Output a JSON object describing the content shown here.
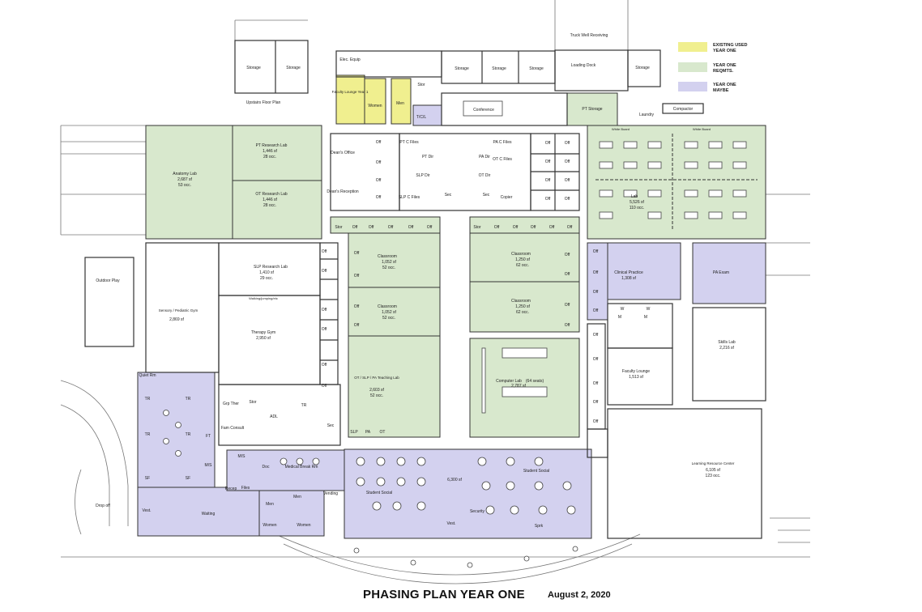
{
  "title": "PHASING PLAN YEAR ONE",
  "date": "August 2, 2020",
  "colors": {
    "existing": "#f0ef8f",
    "year_one": "#d8e8cd",
    "maybe": "#d3d1ef",
    "wall": "#333333"
  },
  "legend": [
    {
      "line1": "EXISTING USED",
      "line2": "YEAR ONE"
    },
    {
      "line1": "YEAR ONE",
      "line2": "REQMTS."
    },
    {
      "line1": "YEAR ONE",
      "line2": "MAYBE"
    }
  ],
  "labels": {
    "upstairs_floor_plan": "Upstairs Floor Plan",
    "storage": "Storage",
    "elec_equip": "Elec. Equip",
    "faculty_lounge_year1": "Faculty Lounge Year 1",
    "women": "Women",
    "men": "Men",
    "stor": "Stor",
    "tcl": "T/C/L",
    "conference": "Conference",
    "pt_storage": "PT Storage",
    "truck_well": "Truck Well Receiving",
    "loading_dock": "Loading Dock",
    "laundry": "Laundry",
    "compactor": "Compactor",
    "anatomy_lab": "Anatomy Lab",
    "anatomy_lab_sf": "2,687 sf",
    "anatomy_lab_occ": "53 occ.",
    "pt_research": "PT Research Lab",
    "pt_research_sf": "1,446 sf",
    "pt_research_occ": "28 occ.",
    "ot_research": "OT Research Lab",
    "ot_research_sf": "1,446 sf",
    "ot_research_occ": "28 occ.",
    "deans_office": "Dean's Office",
    "deans_reception": "Dean's Reception",
    "pt_c_files": "PT C Files",
    "pt_dir": "PT Dir",
    "pa_dir": "PA Dir",
    "pa_c_files": "PA C Files",
    "ot_c_files": "OT C Files",
    "slp_dir": "SLP Dir",
    "ot_dir": "OT Dir",
    "slp_c_files": "SLP C Files",
    "sec": "Sec",
    "copier": "Copier",
    "off": "Off",
    "lab": "Lab",
    "lab_sf": "5,526 sf",
    "lab_occ": "110 occ.",
    "white_board": "White Board",
    "outdoor_play": "Outdoor Play",
    "sensory": "Sensory / Pediatric Gym",
    "sensory_sf": "2,869 sf",
    "slp_research": "SLP Research Lab",
    "slp_research_sf": "1,410 sf",
    "slp_research_occ": "29 occ.",
    "therapy_gym": "Therapy Gym",
    "therapy_gym_sf": "2,950 sf",
    "walking": "Walking/jumping/etc",
    "classroom": "Classroom",
    "classroom_sf_a": "1,052 sf",
    "classroom_sf_b": "1,250 sf",
    "occ_52": "52 occ.",
    "occ_62": "62 occ.",
    "teaching_lab": "OT / SLP / PA Teaching Lab",
    "teaching_lab_sf": "2,603 sf",
    "teaching_lab_occ": "52 occ.",
    "computer_lab": "Computer Lab",
    "computer_lab_seats": "(64 seats)",
    "computer_lab_sf": "2,787 sf",
    "clinical_practice": "Clinical Practice",
    "clinical_practice_sf": "1,308 sf",
    "pa_exam": "PA Exam",
    "skills_lab": "Skills Lab",
    "skills_lab_sf": "2,216 sf",
    "faculty_lounge": "Faculty Lounge",
    "faculty_lounge_sf": "1,513 sf",
    "quiet_rm": "Quiet Rm",
    "tr": "TR",
    "sf": "SF",
    "ms": "M/S",
    "ft": "FT",
    "grp_ther": "Grp Ther",
    "fam_consult": "Fam Consult",
    "adl": "ADL",
    "slp": "SLP",
    "pa": "PA",
    "ot": "OT",
    "doc": "Doc",
    "medical_break": "Medical Break Rm",
    "recep": "Recep",
    "files": "Files",
    "vest": "Vest.",
    "waiting": "Waiting",
    "student_social": "Student Social",
    "vending": "Vending",
    "sf_6300": "6,300 sf",
    "security": "Security",
    "sprk": "Sprk",
    "learning_resource": "Learning Resource Center",
    "learning_resource_sf": "6,105 sf",
    "learning_resource_occ": "123 occ.",
    "drop_off": "Drop off",
    "m": "M",
    "w": "W"
  }
}
